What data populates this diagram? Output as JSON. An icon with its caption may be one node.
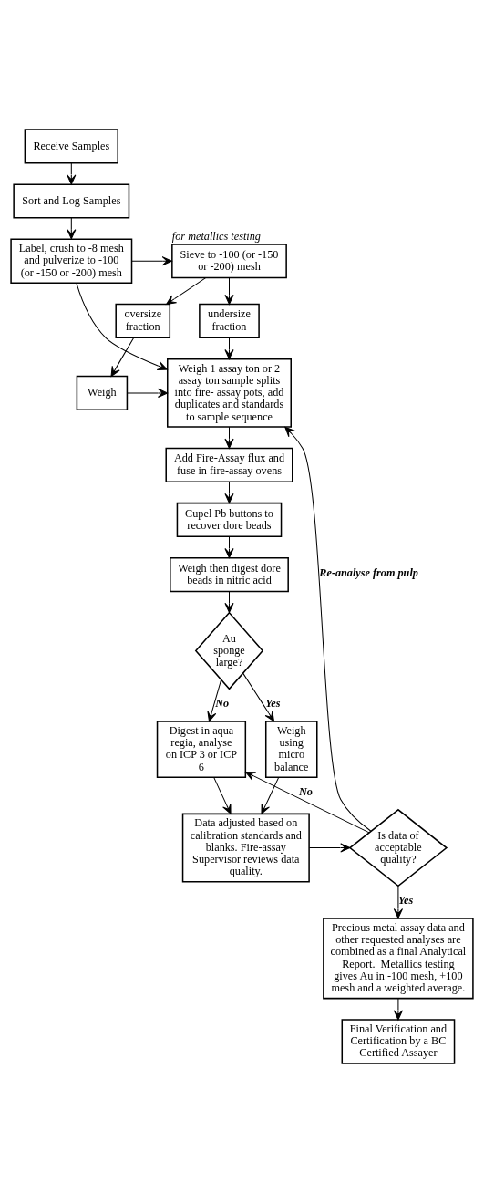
{
  "diagram": {
    "nodes": [
      {
        "text": [
          "Receive Samples"
        ]
      },
      {
        "text": [
          "Sort and Log Samples"
        ]
      },
      {
        "text": [
          "Label, crush to -8 mesh and pulverize to -100 (or -150 or -200) mesh"
        ]
      },
      {
        "text": [
          "Sieve to -100 (or -150 or -200) mesh"
        ],
        "beside": [
          "for metallics testing"
        ]
      },
      {
        "text": [
          "undersize fraction"
        ]
      },
      {
        "text": [
          "oversize fraction"
        ]
      },
      {
        "text": [
          "Weigh"
        ]
      },
      {
        "text": [
          "Weigh 1 assay ton or 2 assay ton sample splits into fire- assay pots, add duplicates and standards to sample sequence"
        ]
      },
      {
        "text": [
          "Add Fire-Assay flux and fuse in fire-assay ovens"
        ]
      },
      {
        "text": [
          "Cupel Pb buttons to recover dore beads"
        ]
      },
      {
        "text": [
          "Weigh then digest dore beads in nitric acid"
        ]
      },
      {
        "text": [
          "Au sponge large?"
        ]
      },
      {
        "text": [
          "Weigh using micro balance"
        ]
      },
      {
        "text": [
          "Digest in aqua regia, analyse on ICP 3 or ICP 6"
        ]
      },
      {
        "text": [
          "Data adjusted based on calibration standards and blanks. Fire-assay Supervisor reviews data quality."
        ]
      },
      {
        "text": [
          "Is data of acceptable quality?"
        ]
      },
      {
        "text": [
          "Precious metal assay data and other requested analyses are combined as a final Analytical Report.  Metallics testing gives Au in -100 mesh, +100 mesh and a weighted average."
        ]
      },
      {
        "text": [
          "Final Verification and Certification by a BC Certified Assayer"
        ]
      }
    ],
    "edges": [
      {
        "from": 0,
        "to": 1,
        "arrow": "to"
      },
      {
        "from": 1,
        "to": 2,
        "arrow": "to"
      },
      {
        "from": 2,
        "to": 3,
        "arrow": "to"
      },
      {
        "from": 2,
        "to": 7,
        "arrow": "to"
      },
      {
        "from": 3,
        "to": 4,
        "arrow": "to"
      },
      {
        "from": 3,
        "to": 5,
        "arrow": "to"
      },
      {
        "from": 4,
        "to": 7,
        "arrow": "to"
      },
      {
        "from": 5,
        "to": 6,
        "arrow": "to"
      },
      {
        "from": 6,
        "to": 7,
        "arrow": "to"
      },
      {
        "from": 15,
        "to": 7,
        "arrow": "to",
        "label": "Re-analyse from pulp"
      },
      {
        "from": 7,
        "to": 8,
        "arrow": "to"
      },
      {
        "from": 8,
        "to": 9,
        "arrow": "to"
      },
      {
        "from": 9,
        "to": 10,
        "arrow": "to"
      },
      {
        "from": 10,
        "to": 11,
        "arrow": "to"
      },
      {
        "from": 11,
        "to": 12,
        "arrow": "to",
        "label": "Yes"
      },
      {
        "from": 11,
        "to": 13,
        "arrow": "to",
        "label": "No"
      },
      {
        "from": 15,
        "to": 13,
        "arrow": "to",
        "label": "No"
      },
      {
        "from": 12,
        "to": 14,
        "arrow": "to"
      },
      {
        "from": 13,
        "to": 14,
        "arrow": "to"
      },
      {
        "from": 14,
        "to": 15,
        "arrow": "to"
      },
      {
        "from": 15,
        "to": 16,
        "arrow": "to",
        "label": "Yes"
      },
      {
        "from": 16,
        "to": 17,
        "arrow": "to"
      }
    ]
  }
}
